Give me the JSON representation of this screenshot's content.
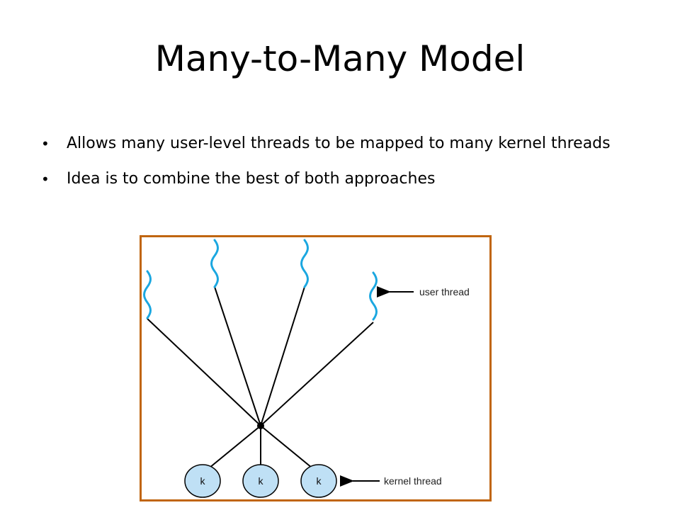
{
  "slide": {
    "title": "Many-to-Many Model",
    "bullets": [
      "Allows many user-level threads to be mapped to many kernel threads",
      "Idea is to combine the best of both approaches"
    ]
  },
  "diagram": {
    "user_thread_label": "user thread",
    "kernel_thread_label": "kernel thread",
    "kernel_node_label": "k",
    "user_thread_count": 4,
    "kernel_thread_count": 3,
    "colors": {
      "border": "#c0650f",
      "user_thread": "#1ba7e0",
      "kernel_fill": "#bfe0f5",
      "line": "#000000"
    }
  }
}
